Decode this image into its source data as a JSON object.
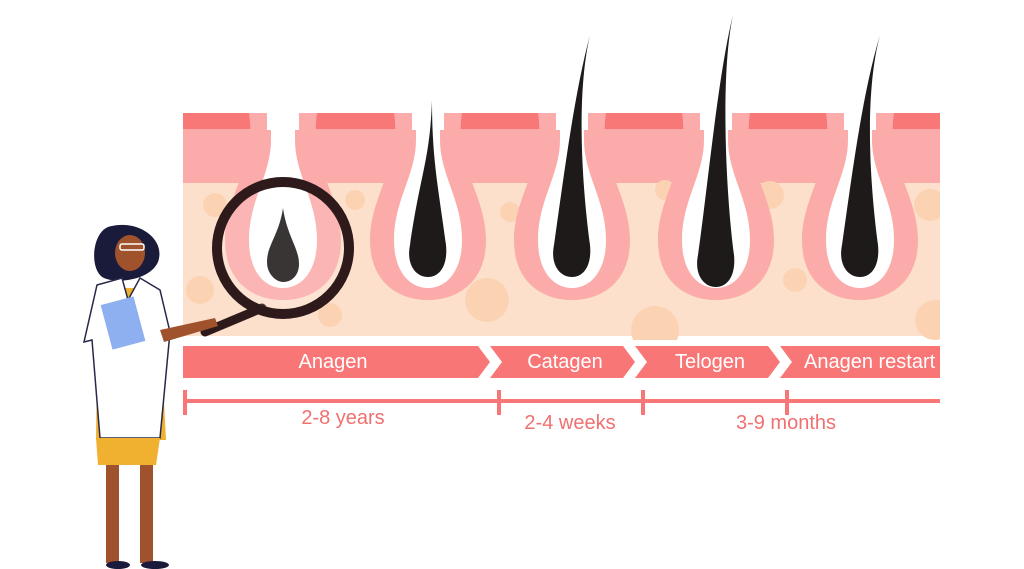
{
  "phases": [
    {
      "label": "Anagen"
    },
    {
      "label": "Catagen"
    },
    {
      "label": "Telogen"
    },
    {
      "label": "Anagen restart"
    }
  ],
  "durations": [
    {
      "label": "2-8 years"
    },
    {
      "label": "2-4 weeks"
    },
    {
      "label": "3-9 months"
    }
  ],
  "colors": {
    "accent": "#f87676",
    "skin_top": "#f87878",
    "dermis": "#fcabab",
    "tissue": "#fde0cc",
    "hair": "#1e1a1a",
    "magnifier": "#2e1a1a"
  }
}
